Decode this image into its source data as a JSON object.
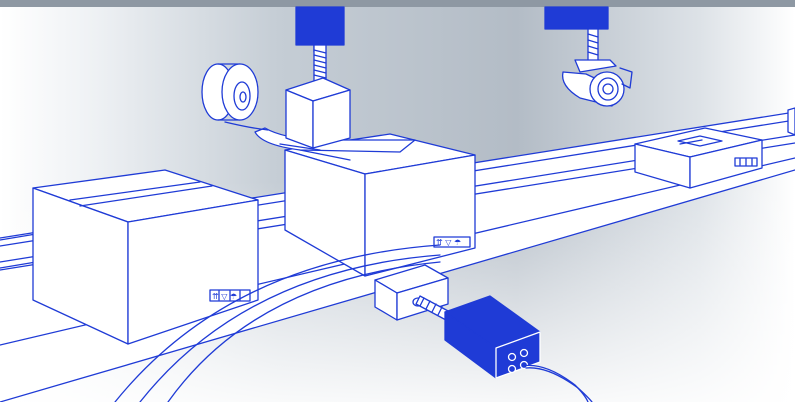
{
  "scene": {
    "kind": "illustration",
    "subject": "",
    "colors": {
      "line": "#1f3bd6",
      "accent_fill": "#1f3bd6",
      "box_fill": "#ffffff",
      "bg_light": "#ffffff",
      "bg_grey": "#b9c2cc",
      "top_bar": "#8e98a3"
    },
    "elements": [
      "conveyor-belt",
      "cardboard-box",
      "taping-head",
      "tape-roll",
      "security-camera",
      "proximity-sensor",
      "sensor-cable",
      "package-handling-icons"
    ]
  }
}
